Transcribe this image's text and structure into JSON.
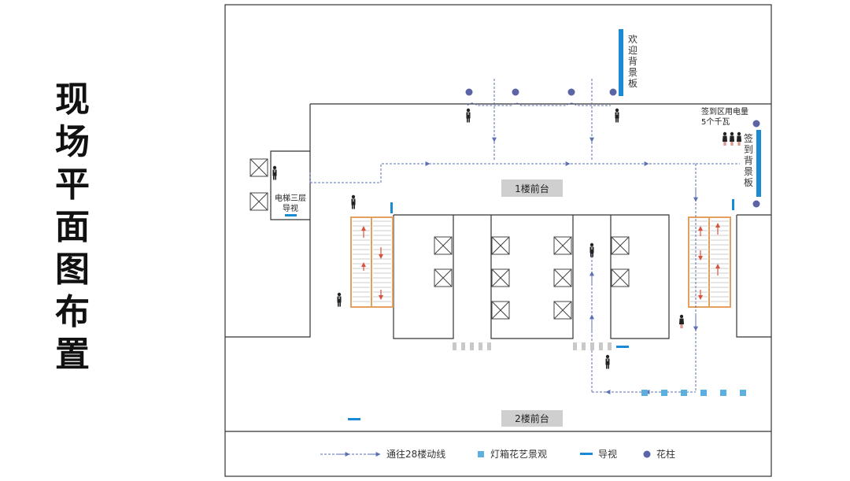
{
  "title": "现场平面图布置",
  "labels": {
    "front_desk_1f": "1楼前台",
    "front_desk_2f": "2楼前台",
    "elevator_line1": "电梯三层",
    "elevator_line2": "导视",
    "welcome_board": [
      "欢",
      "迎",
      "背",
      "景",
      "板"
    ],
    "signin_board": [
      "签",
      "到",
      "背",
      "景",
      "板"
    ],
    "signin_power_line1": "签到区用电量",
    "signin_power_line2": "5个千瓦"
  },
  "legend": [
    {
      "name": "route-line",
      "label": "通往28楼动线",
      "icon": "dashed-arrow-line"
    },
    {
      "name": "lightbox",
      "label": "灯箱花艺景观",
      "icon": "light-blue-square"
    },
    {
      "name": "signage",
      "label": "导视",
      "icon": "blue-bar"
    },
    {
      "name": "flower-column",
      "label": "花柱",
      "icon": "purple-dot"
    }
  ],
  "colors": {
    "wall": "#333333",
    "route": "#5a6fb4",
    "signage": "#1a8ad4",
    "lightbox": "#5bb0e0",
    "flower": "#5c64a8",
    "escalator": "#e3a060",
    "arrow": "#d9533c",
    "desk_bg": "#cfcfcf",
    "crosswalk": "#c8c8c8"
  }
}
